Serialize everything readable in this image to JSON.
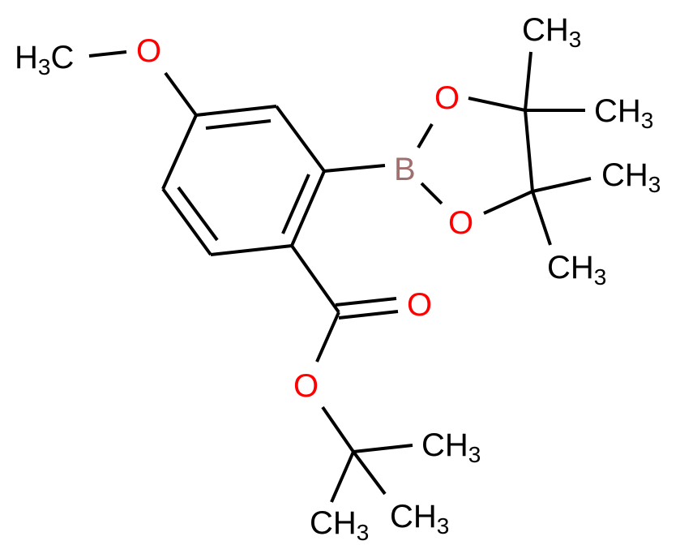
{
  "molecule": {
    "description": "tert-butyl 4-methoxy-2-(4,4,5,5-tetramethyl-1,3,2-dioxaborolan-2-yl)benzoate",
    "colors": {
      "carbon": "#000000",
      "oxygen": "#ff0000",
      "boron": "#a0706e",
      "bond": "#000000"
    },
    "labels": {
      "methoxy_c": {
        "main": "H",
        "sub": "3",
        "tail": "C"
      },
      "methoxy_o": "O",
      "boron": "B",
      "ring_o_top": "O",
      "ring_o_bottom": "O",
      "me1": {
        "main": "CH",
        "sub": "3"
      },
      "me2": {
        "main": "CH",
        "sub": "3"
      },
      "me3": {
        "main": "CH",
        "sub": "3"
      },
      "me4": {
        "main": "CH",
        "sub": "3"
      },
      "carbonyl_o": "O",
      "ester_o": "O",
      "tbu_me1": {
        "main": "CH",
        "sub": "3"
      },
      "tbu_me2": {
        "main": "CH",
        "sub": "3"
      },
      "tbu_me3": {
        "main": "CH",
        "sub": "3"
      }
    }
  }
}
